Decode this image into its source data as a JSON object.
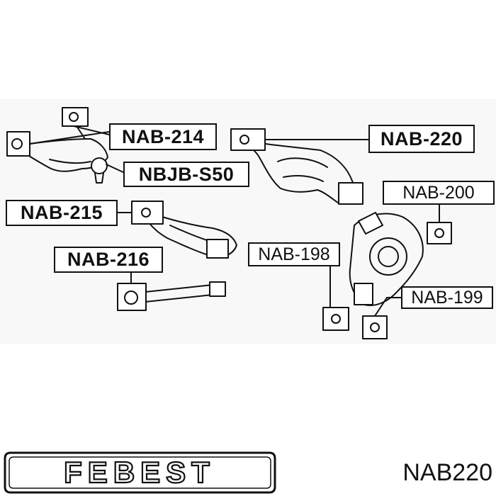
{
  "callouts": {
    "nab214": "NAB-214",
    "nbjbs50": "NBJB-S50",
    "nab220": "NAB-220",
    "nab200": "NAB-200",
    "nab215": "NAB-215",
    "nab216": "NAB-216",
    "nab198": "NAB-198",
    "nab199": "NAB-199"
  },
  "brand": {
    "logo_text": "FEBEST"
  },
  "part_number": "NAB220",
  "colors": {
    "ink": "#111111",
    "background": "#ffffff",
    "diagram_band": "#f8f8f8"
  }
}
